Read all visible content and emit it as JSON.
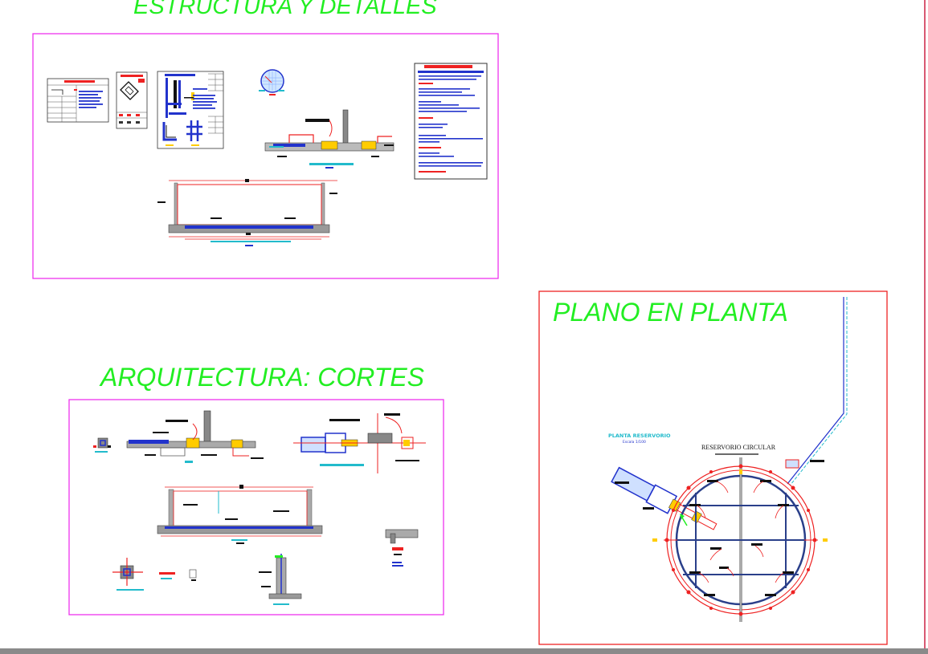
{
  "sheet": {
    "sections": {
      "estructura": {
        "title": "ESTRUCTURA Y DETALLES"
      },
      "arquitectura": {
        "title": "ARQUITECTURA: CORTES"
      },
      "planta": {
        "title": "PLANO EN PLANTA",
        "plan_title": "PLANTA RESERVORIO",
        "plan_scale": "Escala 1/100",
        "reservoir_label": "RESERVORIO CIRCULAR"
      }
    },
    "colors": {
      "background": "#ffffff",
      "title_green": "#22ee22",
      "frame_magenta": "#ee33ee",
      "frame_red": "#ee2222",
      "rebar_blue": "#2233cc",
      "annotation_red": "#ee1111",
      "concrete_gray": "#888888",
      "dimension_cyan": "#22bbcc"
    },
    "icons": [
      "gusset-plate-icon",
      "circular-tank-section-icon",
      "north-arrow-icon"
    ]
  }
}
